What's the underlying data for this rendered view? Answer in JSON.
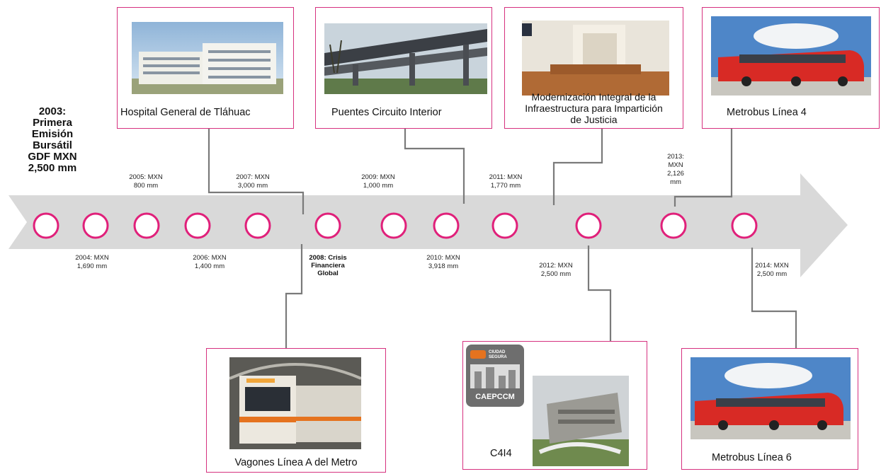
{
  "first_issue": {
    "lines": [
      "2003:",
      "Primera",
      "Emisión",
      "Bursátil",
      "GDF MXN",
      "2,500 mm"
    ]
  },
  "crisis": {
    "lines": [
      "2008: Crisis",
      "Financiera",
      "Global"
    ]
  },
  "colors": {
    "accent": "#e0207a",
    "arrow": "#d9d9d9",
    "connector": "#7a7a7a"
  },
  "emissions": [
    {
      "l1": "2004:  MXN",
      "l2": "1,690  mm"
    },
    {
      "l1": "2005:  MXN",
      "l2": "800  mm"
    },
    {
      "l1": "2006:  MXN",
      "l2": "1,400  mm"
    },
    {
      "l1": "2007:  MXN",
      "l2": "3,000  mm"
    },
    {
      "l1": "2009:  MXN",
      "l2": "1,000  mm"
    },
    {
      "l1": "2010:  MXN",
      "l2": "3,918  mm"
    },
    {
      "l1": "2011:  MXN",
      "l2": "1,770  mm"
    },
    {
      "l1": "2012:  MXN",
      "l2": "2,500  mm"
    },
    {
      "l1": "2013:",
      "l2": "MXN",
      "l3": "2,126",
      "l4": "mm"
    },
    {
      "l1": "2014:  MXN",
      "l2": "2,500  mm"
    }
  ],
  "projects": {
    "hospital": "Hospital General de Tláhuac",
    "puentes": "Puentes Circuito Interior",
    "justicia": [
      "Modernización Integral de la",
      "Infraestructura para Impartición",
      "de Justicia"
    ],
    "metrobus4": "Metrobus Línea 4",
    "vagones": "Vagones Línea A del Metro",
    "c4i4": "C4I4",
    "metrobus6": "Metrobus Línea 6"
  },
  "logo": {
    "top": "CIUDAD",
    "mid": "SEGURA",
    "name": "CAEPCCM"
  }
}
